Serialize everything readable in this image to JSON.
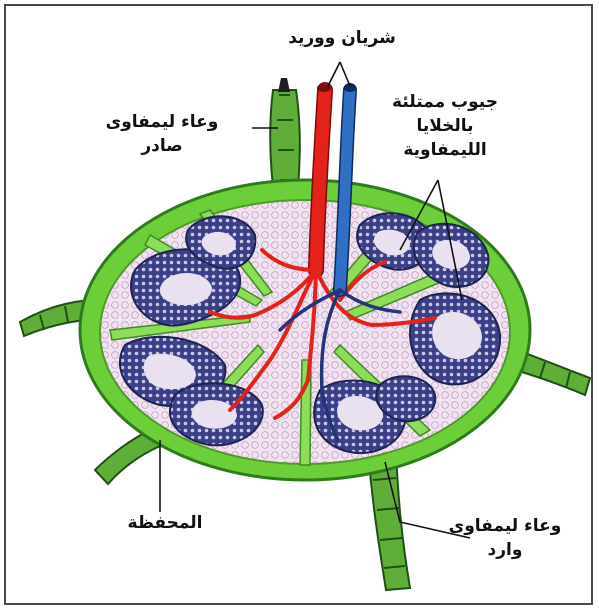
{
  "labels": {
    "artery_vein": "شريان ووريد",
    "efferent_line1": "وعاء ليمفاوى",
    "efferent_line2": "صادر",
    "sinuses_line1": "جيوب ممتلئة",
    "sinuses_line2": "بالخلايا",
    "sinuses_line3": "الليمفاوية",
    "capsule": "المحفظة",
    "afferent_line1": "وعاء ليمفاوى",
    "afferent_line2": "وارد"
  },
  "colors": {
    "capsule_green": "#6ccf3a",
    "capsule_dark": "#2f7a1c",
    "vessel_green": "#5fae3a",
    "lymph_pink": "#f1dbee",
    "follicle_navy": "#2b2f6e",
    "artery_red": "#e3231b",
    "vein_blue": "#2f6fc4",
    "frame": "#4a4a4a"
  },
  "icons": [
    "lymph-node-illustration"
  ]
}
